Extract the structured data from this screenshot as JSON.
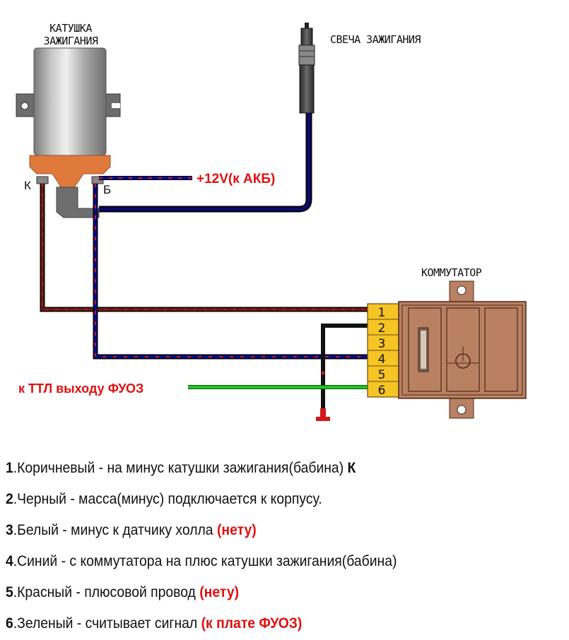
{
  "labels": {
    "coil_title_line1": "КАТУШКА",
    "coil_title_line2": "ЗАЖИГАНИЯ",
    "spark_plug": "СВЕЧА ЗАЖИГАНИЯ",
    "commutator": "КОММУТАТОР",
    "terminal_k": "К",
    "terminal_b": "Б",
    "battery": "+12V(к АКБ)",
    "ttl_output": "к ТТЛ выходу ФУОЗ"
  },
  "connector_pins": [
    "1",
    "2",
    "3",
    "4",
    "5",
    "6"
  ],
  "colors": {
    "brown_wire": "#6b1a12",
    "brown_wire_dash": "#d01818",
    "blue_wire": "#0a0a8c",
    "blue_wire_dash": "#d01818",
    "hv_wire": "#0b0b6e",
    "black_wire": "#111111",
    "green_wire": "#22cc22",
    "connector": "#f5c425",
    "commutator_body": "#b98062",
    "coil_base": "#e07a3c",
    "accent_red": "#e01010"
  },
  "legend": [
    {
      "num": "1",
      "text": ".Коричневый - на минус катушки зажигания(бабина) ",
      "bold": "К",
      "note": ""
    },
    {
      "num": "2",
      "text": ".Черный - масса(минус) подключается к корпусу.",
      "bold": "",
      "note": ""
    },
    {
      "num": "3",
      "text": ".Белый - минус к датчику холла ",
      "bold": "",
      "note": "(нету)"
    },
    {
      "num": "4",
      "text": ".Синий - с коммутатора на плюс катушки зажигания(бабина)",
      "bold": "",
      "note": ""
    },
    {
      "num": "5",
      "text": ".Красный - плюсовой провод ",
      "bold": "",
      "note": "(нету)"
    },
    {
      "num": "6",
      "text": ".Зеленый - считывает сигнал ",
      "bold": "",
      "note": "(к плате ФУОЗ)"
    }
  ]
}
